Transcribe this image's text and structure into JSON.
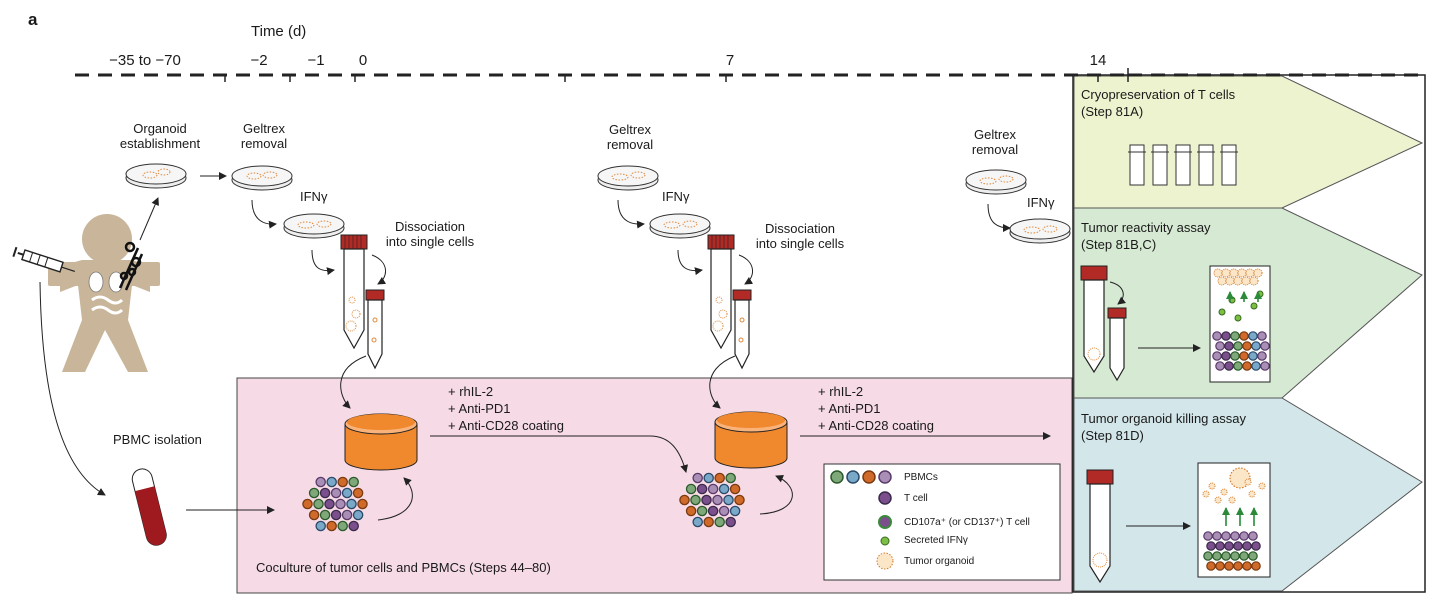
{
  "panel_letter": "a",
  "timeline": {
    "label": "Time (d)",
    "ticks": [
      "−35 to −70",
      "−2",
      "−1",
      "0",
      "7",
      "14"
    ]
  },
  "steps": {
    "organoid_establishment": "Organoid\nestablishment",
    "geltrex_removal": "Geltrex\nremoval",
    "ifng": "IFNγ",
    "dissociation": "Dissociation\ninto single cells",
    "pbmc_isolation": "PBMC isolation"
  },
  "coculture": {
    "additions": [
      "+ rhIL-2",
      "+ Anti-PD1",
      "+ Anti-CD28 coating"
    ],
    "caption": "Coculture of tumor cells and PBMCs (Steps 44–80)"
  },
  "legend": [
    {
      "label": "PBMCs"
    },
    {
      "label": "T cell"
    },
    {
      "label": "CD107a⁺ (or CD137⁺)  T cell"
    },
    {
      "label": "Secreted IFNγ"
    },
    {
      "label": "Tumor organoid"
    }
  ],
  "outputs": [
    {
      "title": "Cryopreservation of T cells",
      "step": "(Step 81A)",
      "color": "#eef3cf"
    },
    {
      "title": "Tumor reactivity assay",
      "step": "(Step 81B,C)",
      "color": "#d6ead3"
    },
    {
      "title": "Tumor organoid killing assay",
      "step": "(Step 81D)",
      "color": "#d3e6ea"
    }
  ],
  "colors": {
    "coculture_bg": "#f6dbe6",
    "medium": "#f0882e",
    "body": "#c8b59a",
    "blood": "#9e1a1f",
    "cap": "#b22a25",
    "ifng_dot": "#7bbf45",
    "arrow_green": "#2a8a3a",
    "cell_purple": "#7a4f8c"
  }
}
